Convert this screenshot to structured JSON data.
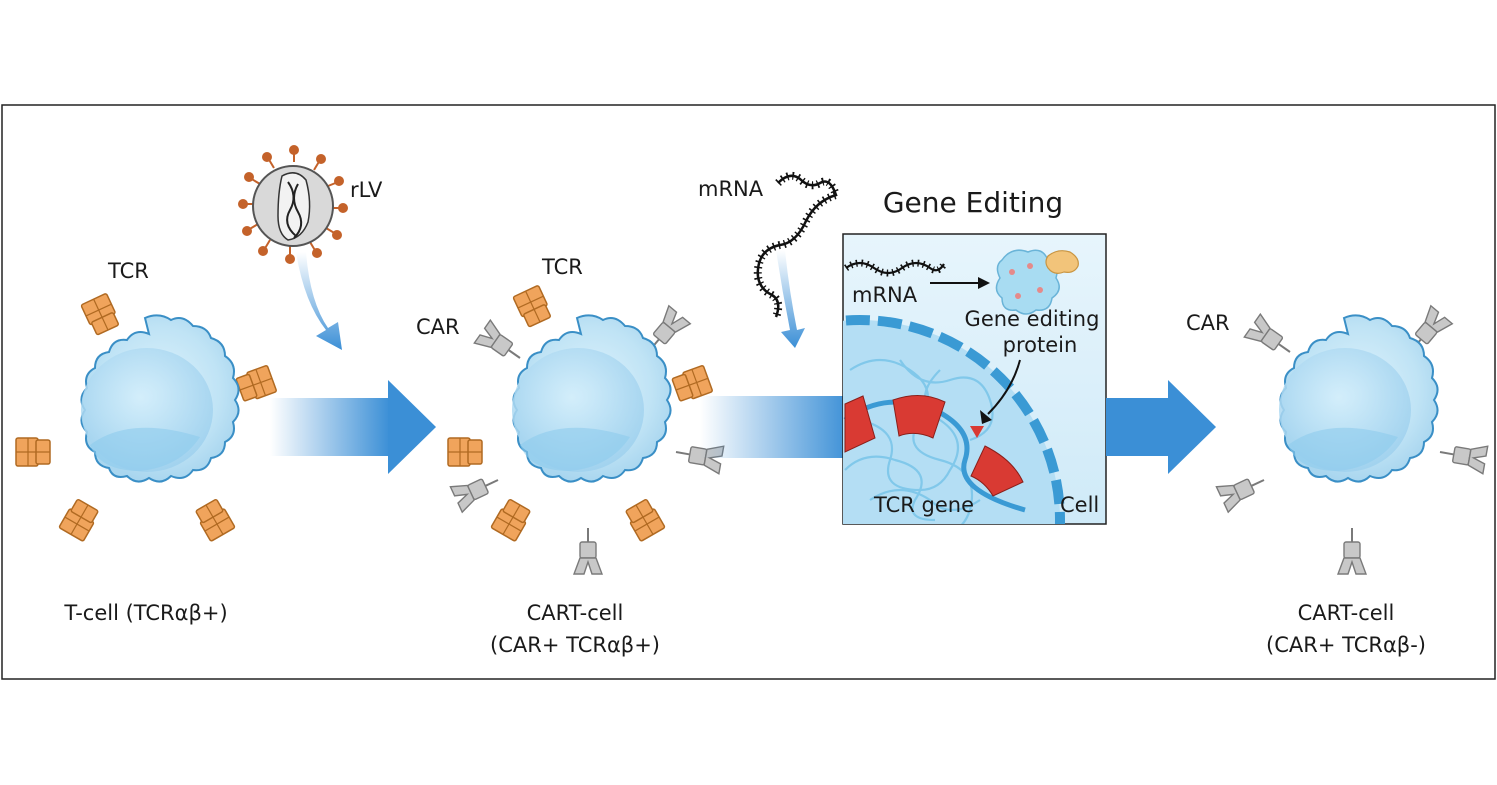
{
  "labels": {
    "tcr_1": "TCR",
    "rlv": "rLV",
    "tcr_2": "TCR",
    "car_2": "CAR",
    "mrna_top": "mRNA",
    "gene_editing_title": "Gene Editing",
    "mrna_inset": "mRNA",
    "gene_editing_protein_line1": "Gene editing",
    "gene_editing_protein_line2": "protein",
    "tcr_gene": "TCR gene",
    "cell": "Cell",
    "car_3": "CAR"
  },
  "captions": {
    "cell1": "T-cell (TCRαβ+)",
    "cell2_line1": "CART-cell",
    "cell2_line2": "(CAR+ TCRαβ+)",
    "cell3_line1": "CART-cell",
    "cell3_line2": "(CAR+ TCRαβ-)"
  },
  "colors": {
    "cell_fill": "#bfe3f5",
    "cell_outline": "#3a8fc6",
    "tcr_fill": "#f0a45c",
    "car_fill": "#c8c8c8",
    "arrow_blue": "#3b8fd6",
    "cut_red": "#d93a33",
    "virus_spike": "#c4622a"
  }
}
